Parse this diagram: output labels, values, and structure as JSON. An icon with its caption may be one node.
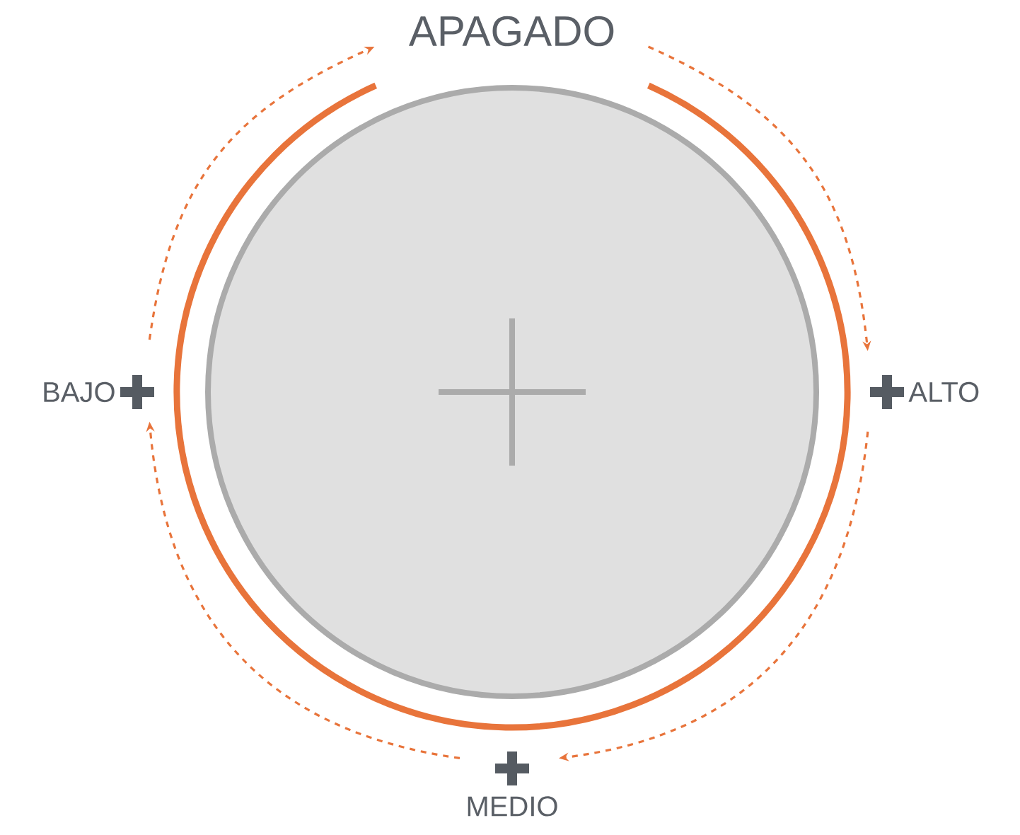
{
  "diagram": {
    "nodes": [
      {
        "text": [
          "APAGADO"
        ]
      },
      {
        "text": [
          "ALTO"
        ]
      },
      {
        "text": [
          "MEDIO"
        ]
      },
      {
        "text": [
          "BAJO"
        ]
      }
    ],
    "edges": [
      {
        "from": 0,
        "to": 1,
        "arrow": "to",
        "style": "dashed"
      },
      {
        "from": 1,
        "to": 2,
        "arrow": "to",
        "style": "dashed"
      },
      {
        "from": 2,
        "to": 3,
        "arrow": "to",
        "style": "dashed"
      },
      {
        "from": 3,
        "to": 0,
        "arrow": "to",
        "style": "dashed"
      }
    ]
  }
}
